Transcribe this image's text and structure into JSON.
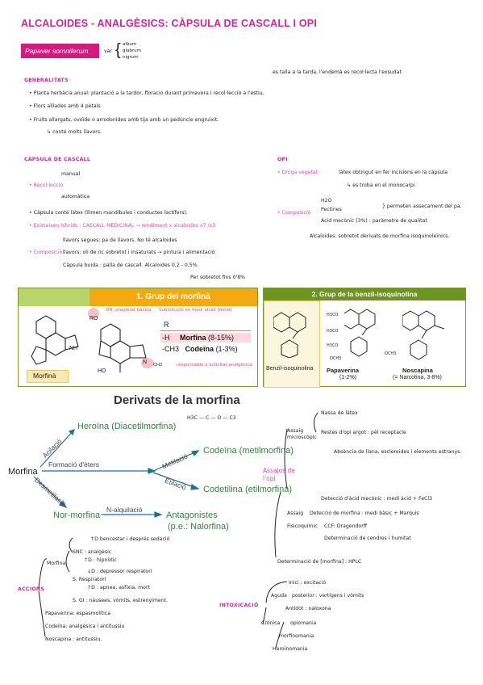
{
  "title": "ALCALOIDES - ANALGÈSICS: CÀPSULA DE CASCALL I OPI",
  "species": {
    "name": "Papaver somniferum",
    "var_prefix": "var",
    "varieties": [
      "album",
      "glabrum",
      "nigrum"
    ]
  },
  "generalitats": {
    "heading": "GENERALITATS",
    "lines": [
      "Planta herbàcia anual: plantació a la tardor, floració durant primavera i recol·lecció a l'estiu.",
      "Flors aïllades amb 4 pètals",
      "Fruits allargats, ovoïde o arrodonides amb tija amb un pedúncle engruixit.",
      "conté molts llavors."
    ],
    "side_note": "es talla a la tarda, l'endemà es recol·lecta l'exsudat"
  },
  "capsula": {
    "heading": "CÀPSULA DE CASCALL",
    "recoleccio": "Recol·lecció",
    "recoleccio_opts": [
      "manual",
      "automàtica"
    ],
    "lines": [
      "Càpsula conté làtex (llimen mandíbules i conductes lactífers).",
      "Existeixen híbrids : CASCALL MEDICINAL → rendiment x alcaloides x7 /x3"
    ],
    "composicio": "Composició",
    "composicio_lines": [
      "llavors segues: pa de llavors. No té alcaloides",
      "llavors: oli de ric sobretot i insaturats → pintura i alimentació",
      "Càpsula buida : palla de cascall. Alcaloides 0,2 - 0,5%",
      "Per sobretot fins 0'8%"
    ]
  },
  "opi": {
    "heading": "OPI",
    "droga": "Droga vegetal:",
    "droga_text": "làtex obtingut en fer incisions en la càpsula",
    "droga_sub": "es troba en el monocarpi",
    "composicio": "Composició",
    "comp_lines": [
      "H2O",
      "Pectines",
      "Àcid mecònic (3%) : paràmetre de qualitat",
      "Alcaloides: sobretot derivats de morfina isoquinoleïnics."
    ],
    "comp_note": "permeten assecament del pa."
  },
  "fig1": {
    "title": "1. Grup del morfinà",
    "morfina_label": "Morfinà",
    "annot1": "OH: propietat bàsica",
    "annot2": "Substitució en medi alcalí (fenol)",
    "annot3": "responsable x activitat analgèsica",
    "r_label": "R",
    "ro_label": "RO",
    "r_rows": [
      {
        "sub": "-H",
        "name": "Morfina",
        "pct": "(8-15%)"
      },
      {
        "sub": "-CH3",
        "name": "Codeïna",
        "pct": "(1-3%)"
      }
    ],
    "ho": "HO",
    "nh": "NH",
    "nch3": "N",
    "ch3": "CH3"
  },
  "fig2": {
    "title": "2. Grup de la benzil-isoquinolina",
    "box_label": "Benzil-isoquinolina",
    "papaverina": "Papaverina",
    "papaverina_pct": "(1-2%)",
    "noscapina": "Noscapina",
    "noscapina_pct": "(= Narcotina, 3-8%)",
    "h3co": "H3CO",
    "och3": "OCH3"
  },
  "derivats": {
    "title": "Derivats de la morfina",
    "morfina": "Morfina",
    "heroina": "Heroïna (Diacetilmorfina)",
    "codeina": "Codeïna (metilmorfina)",
    "codetilina": "Codetilina (etilmorfina)",
    "normorfina": "Nor-morfina",
    "antagonistes": "Antagonistes",
    "antagonistes_sub": "(p.e.: Nalorfina)",
    "acilacio": "Acilació",
    "eters": "Formació d'èters",
    "metilacio": "Metilació",
    "etilacio": "Etilació",
    "desmetilacio": "Desmetilació",
    "nalquilacio": "N-alquilació",
    "formula": "H3C — C — O — C3"
  },
  "assajos": {
    "heading": "Assajos de l'opi",
    "nassa": "Nassa de làtex",
    "assag_micro": "Assaig microscòpic",
    "restes": "Restes d'opi argot : pèl receptacle",
    "absencia": "Absència de llana, esclereides i elements estranys.",
    "assaig2": "Assaig",
    "deteccio1": "Detecció d'àcid mecònic : medi àcid + FeCl3",
    "deteccio2": "Detecció de morfina : medi bàsic + Marquis",
    "fisico": "Fisicoquímic",
    "ccf": "CCF: Dragendorff",
    "cendres": "Determinació de cendres i humitat",
    "hplc": "Determinació de [morfina] : HPLC"
  },
  "accions": {
    "heading": "ACCIONS",
    "morfina": "Morfina",
    "snc": "SNC : analgèsic",
    "snc2": "↑D : hipnòtic",
    "dosi": "↑D bencestar i després sedació",
    "depressor": "↓D : depressor respiratori",
    "resp": "S. Respiratori",
    "apnea": "↑D : apnea, asfíxia, mort",
    "sgi": "S. GI : nàusees, vòmits, estrenyiment.",
    "papaverina": "Papaverina: espasmolítica",
    "codeina": "Codeïna: analgèsica i antitussiu",
    "noscapina": "Noscapina : antitussiu."
  },
  "intox": {
    "heading": "INTOXICACIÓ",
    "aguda": "Aguda",
    "inici": "Inici : excitació",
    "posterior": "posterior : vertígens i vòmits",
    "antidot": "Antídot : naloxona",
    "cronica": "Crònica",
    "opiomania": "opiomania",
    "morfinomania": "morfinomania",
    "heroinomania": "Heroïnomania"
  },
  "colors": {
    "accent": "#e0208a",
    "fig_orange": "#f3a90f",
    "fig_green": "#6d951f"
  }
}
